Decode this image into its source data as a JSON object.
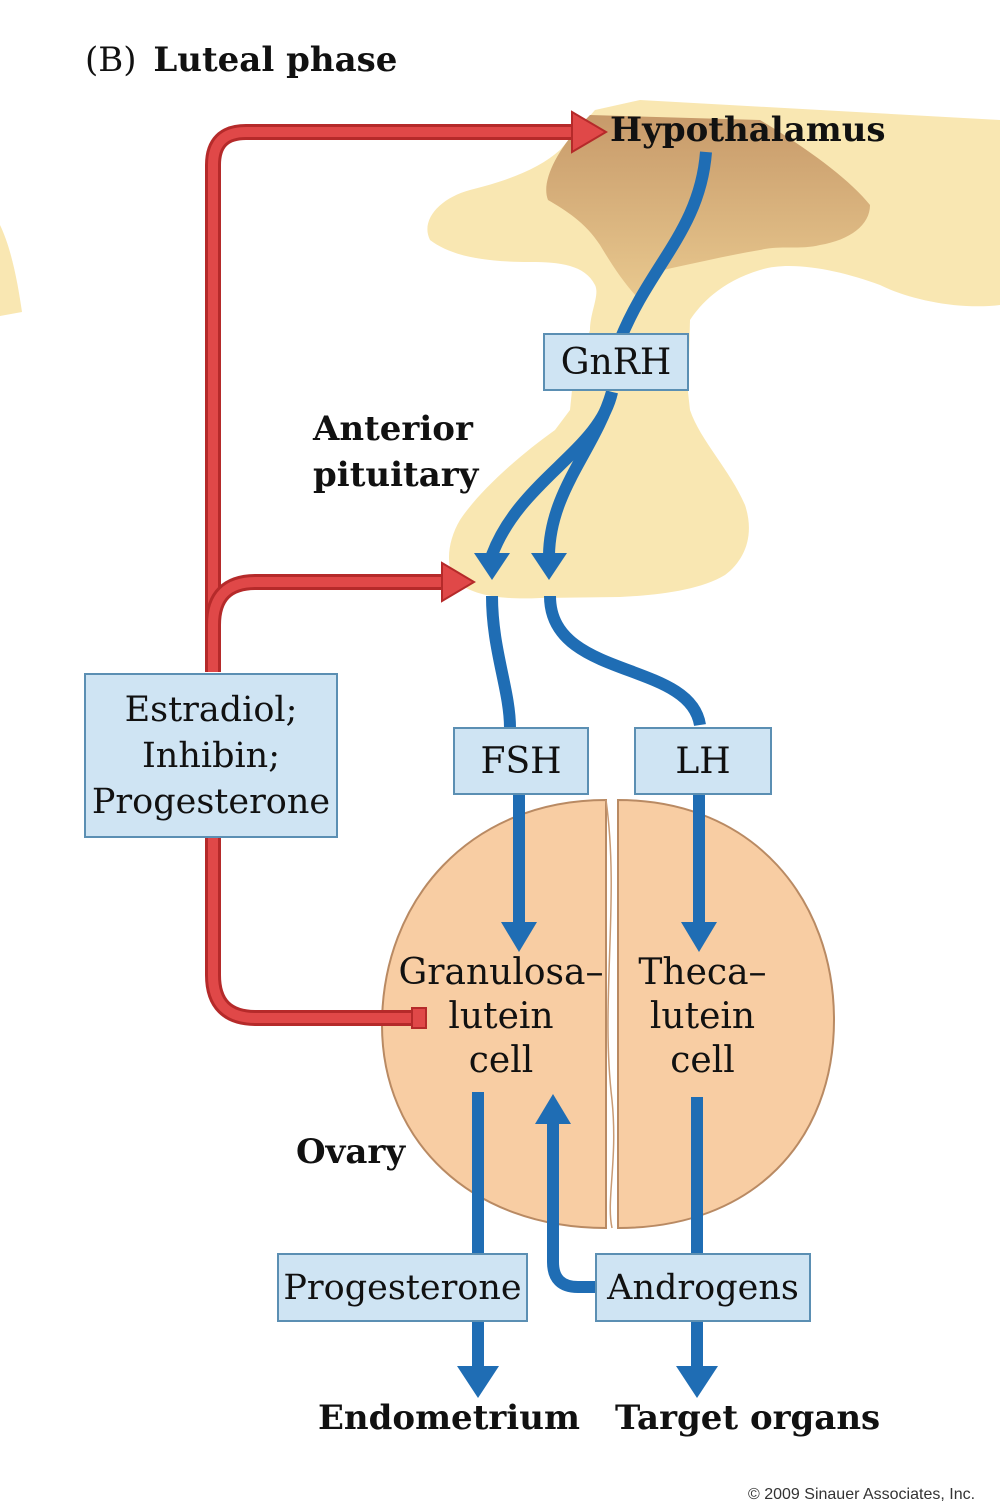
{
  "panel": {
    "letter": "(B)",
    "title": "Luteal phase"
  },
  "labels": {
    "hypothalamus": "Hypothalamus",
    "anterior_pituitary": [
      "Anterior",
      "pituitary"
    ],
    "ovary": "Ovary",
    "endometrium": "Endometrium",
    "target_organs": "Target organs"
  },
  "boxes": {
    "gnrh": "GnRH",
    "fsh": "FSH",
    "lh": "LH",
    "feedback": [
      "Estradiol;",
      "Inhibin;",
      "Progesterone"
    ],
    "progesterone": "Progesterone",
    "androgens": "Androgens"
  },
  "cells": {
    "granulosa": [
      "Granulosa–",
      "lutein",
      "cell"
    ],
    "theca": [
      "Theca–",
      "lutein",
      "cell"
    ]
  },
  "copyright": "© 2009 Sinauer Associates, Inc.",
  "colors": {
    "hormone_box_fill": "#cfe4f3",
    "hormone_box_border": "#5b8fb3",
    "stimulatory_arrow": "#1f6db4",
    "feedback_arrow": "#d93a3a",
    "brain_tissue": "#f9e7b2",
    "ovary_fill": "#f8cda3"
  }
}
